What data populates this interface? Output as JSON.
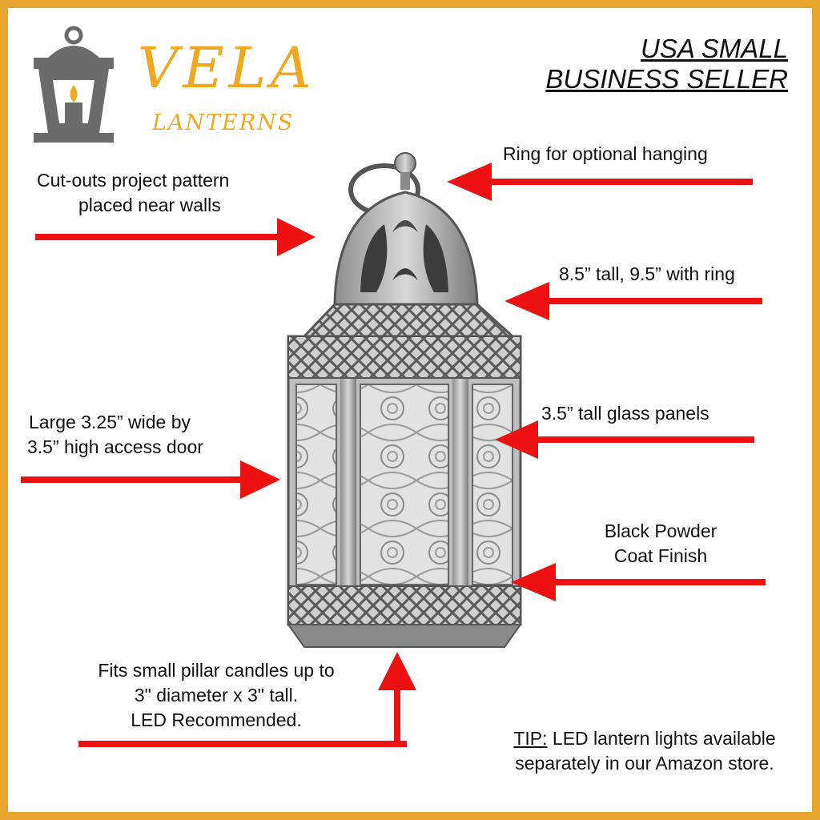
{
  "brand": {
    "name": "VELA",
    "subtitle": "LANTERNS",
    "logo_icon": "lantern-logo-icon",
    "accent_color": "#f0a81e",
    "logo_gray": "#6b6b6b"
  },
  "seller_badge": {
    "line1": "USA SMALL",
    "line2": "BUSINESS SELLER"
  },
  "callouts": {
    "ring": "Ring for optional hanging",
    "cutouts_line1": "Cut-outs project pattern",
    "cutouts_line2": "placed near walls",
    "height": "8.5” tall, 9.5” with ring",
    "door_line1": "Large 3.25” wide by",
    "door_line2": "3.5” high access door",
    "panels": "3.5” tall glass panels",
    "finish_line1": "Black Powder",
    "finish_line2": "Coat Finish",
    "candles_line1": "Fits small pillar candles up to",
    "candles_line2": "3\" diameter x 3\" tall.",
    "candles_line3": "LED Recommended."
  },
  "tip": {
    "key": "TIP:",
    "line1": "LED lantern lights available",
    "line2": "separately in our Amazon store."
  },
  "colors": {
    "border": "#e8a52e",
    "arrow": "#ee1111",
    "text": "#111111"
  }
}
